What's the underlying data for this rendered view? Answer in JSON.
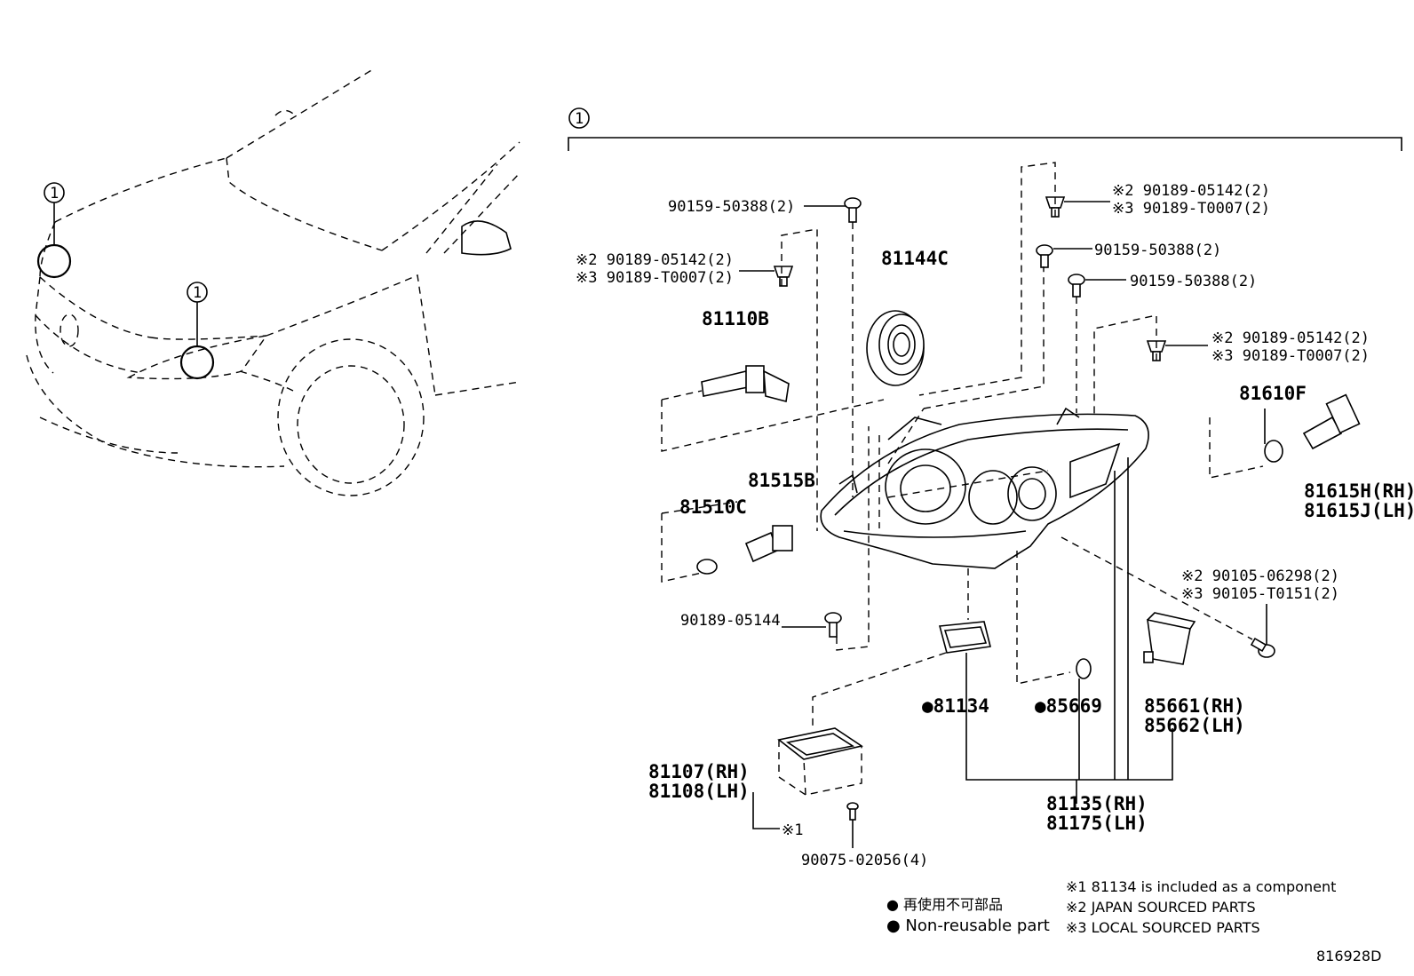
{
  "vehicle_callouts": [
    "1",
    "1"
  ],
  "assembly_callout": "1",
  "labels": {
    "p90159_top": "90159-50388(2)",
    "l_clip_a": "※2 90189-05142(2)",
    "l_clip_b": "※3 90189-T0007(2)",
    "p81110B": "81110B",
    "p81144C": "81144C",
    "p81515B": "81515B",
    "p81510C": "81510C",
    "p90189_05144": "90189-05144",
    "p81107": "81107(RH)",
    "p81108": "81108(LH)",
    "ref1": "※1",
    "p90075": "90075-02056(4)",
    "r_clip1_a": "※2 90189-05142(2)",
    "r_clip1_b": "※3 90189-T0007(2)",
    "p90159_r1": "90159-50388(2)",
    "p90159_r2": "90159-50388(2)",
    "r_clip2_a": "※2 90189-05142(2)",
    "r_clip2_b": "※3 90189-T0007(2)",
    "p81610F": "81610F",
    "p81615H": "81615H(RH)",
    "p81615J": "81615J(LH)",
    "bolt_a": "※2  90105-06298(2)",
    "bolt_b": "※3  90105-T0151(2)",
    "p81134": "●81134",
    "p85669": "●85669",
    "p85661": "85661(RH)",
    "p85662": "85662(LH)",
    "p81135": "81135(RH)",
    "p81175": "81175(LH)"
  },
  "legend": {
    "jp": "● 再使用不可部品",
    "en": "● Non-reusable part"
  },
  "notes": {
    "n1": "※1 81134 is included as a component",
    "n2": "※2 JAPAN SOURCED PARTS",
    "n3": "※3 LOCAL SOURCED PARTS"
  },
  "diagram_id": "816928D"
}
